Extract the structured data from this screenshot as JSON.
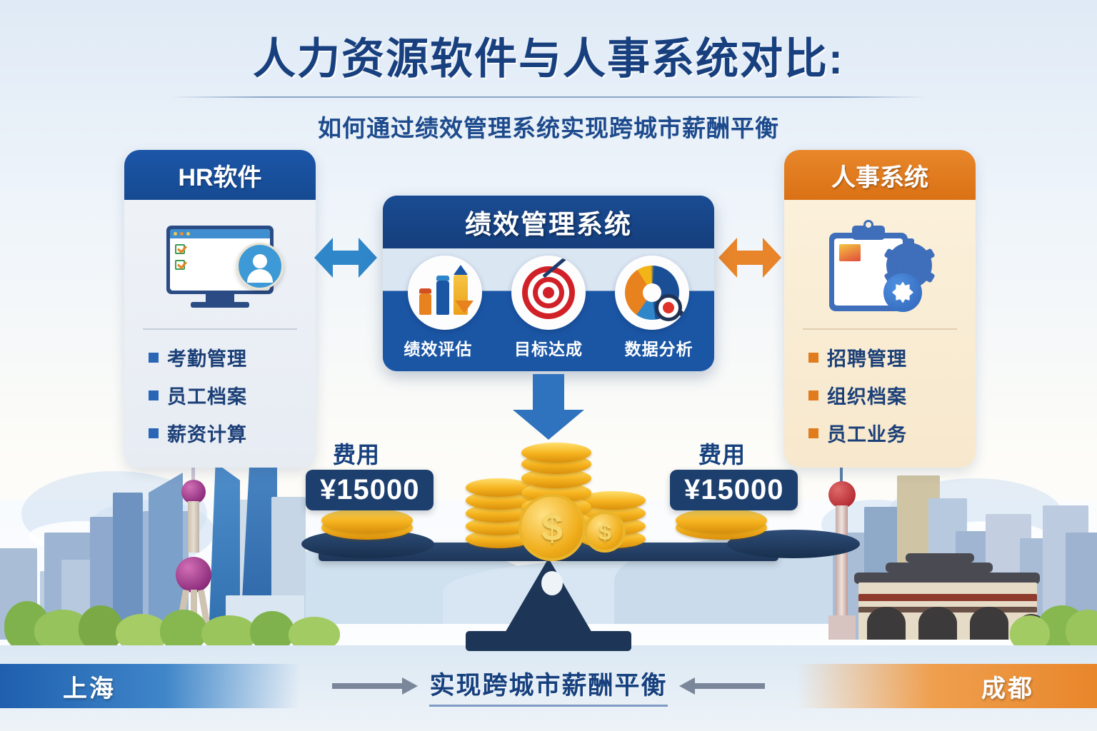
{
  "header": {
    "title": "人力资源软件与人事系统对比:",
    "subtitle": "如何通过绩效管理系统实现跨城市薪酬平衡"
  },
  "left_card": {
    "heading": "HR软件",
    "icon": "monitor-checklist-user-icon",
    "bullets": [
      "考勤管理",
      "员工档案",
      "薪资计算"
    ],
    "bullet_color": "#2a66b5",
    "header_color": "#1a4f9c"
  },
  "right_card": {
    "heading": "人事系统",
    "icon": "clipboard-gear-icon",
    "bullets": [
      "招聘管理",
      "组织档案",
      "员工业务"
    ],
    "bullet_color": "#e07b1e",
    "header_color": "#e07b20"
  },
  "center_panel": {
    "heading": "绩效管理系统",
    "features": [
      {
        "icon": "bar-chart-growth-icon",
        "label": "绩效评估"
      },
      {
        "icon": "target-arrow-icon",
        "label": "目标达成"
      },
      {
        "icon": "donut-chart-magnifier-icon",
        "label": "数据分析"
      }
    ],
    "header_color": "#16417e"
  },
  "arrows": {
    "left_double": "double-arrow-blue",
    "right_double": "double-arrow-orange",
    "down": "down-arrow-blue"
  },
  "balance": {
    "left_tag": {
      "label": "费用",
      "amount": "¥15000"
    },
    "right_tag": {
      "label": "费用",
      "amount": "¥15000"
    },
    "center_icon": "coin-stacks-icon",
    "currency_symbol": "$"
  },
  "bottom": {
    "left_city": "上海",
    "right_city": "成都",
    "center_text": "实现跨城市薪酬平衡",
    "left_color": "#1f5fae",
    "right_color": "#e8862a"
  },
  "scenery": {
    "left": "shanghai-skyline-oriental-pearl-tower",
    "right": "chengdu-skyline-tower-and-bridge"
  }
}
